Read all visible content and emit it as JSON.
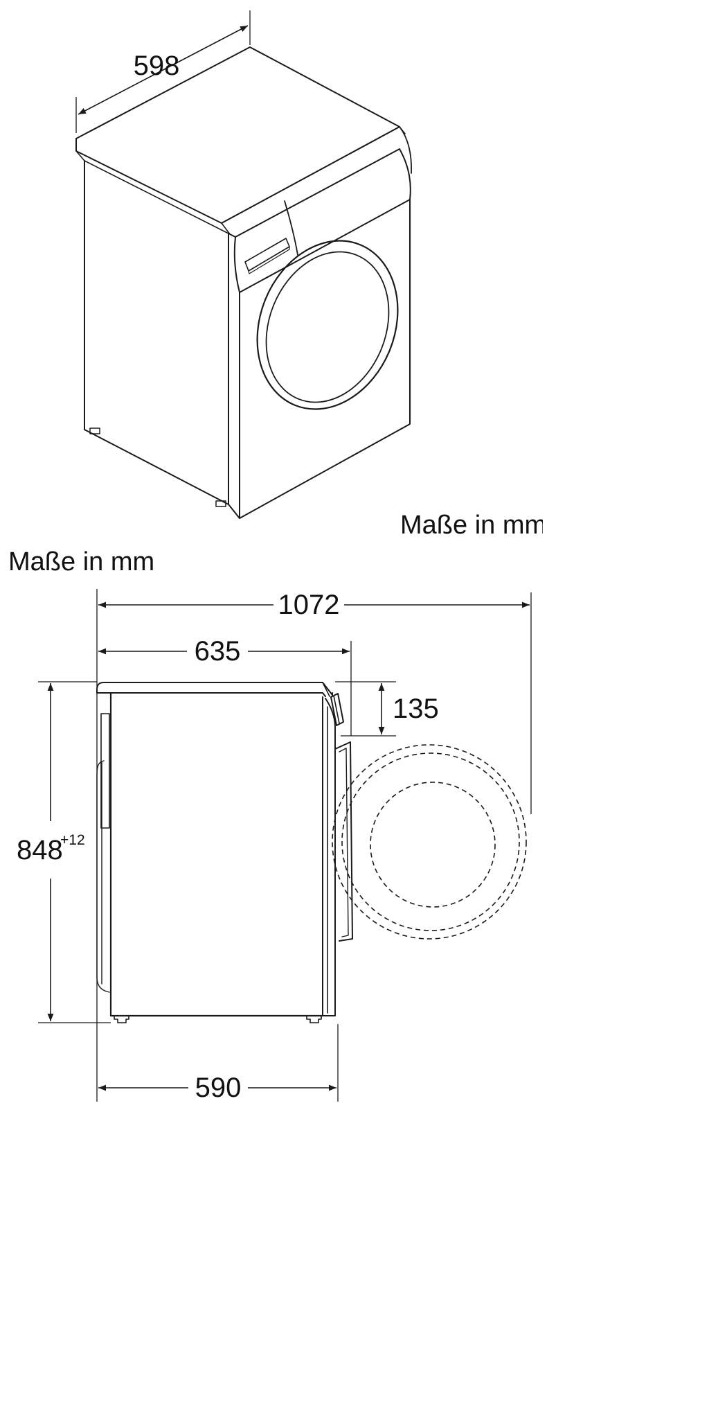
{
  "top_view": {
    "caption": "Maße in mm",
    "width_label": "598"
  },
  "side_view": {
    "caption": "Maße in mm",
    "total_depth_label": "1072",
    "body_depth_label": "635",
    "panel_height_label": "135",
    "height_label": "848",
    "height_tolerance_label": "+12",
    "base_depth_label": "590"
  },
  "colors": {
    "ink": "#1a1a1a",
    "background": "#ffffff"
  }
}
